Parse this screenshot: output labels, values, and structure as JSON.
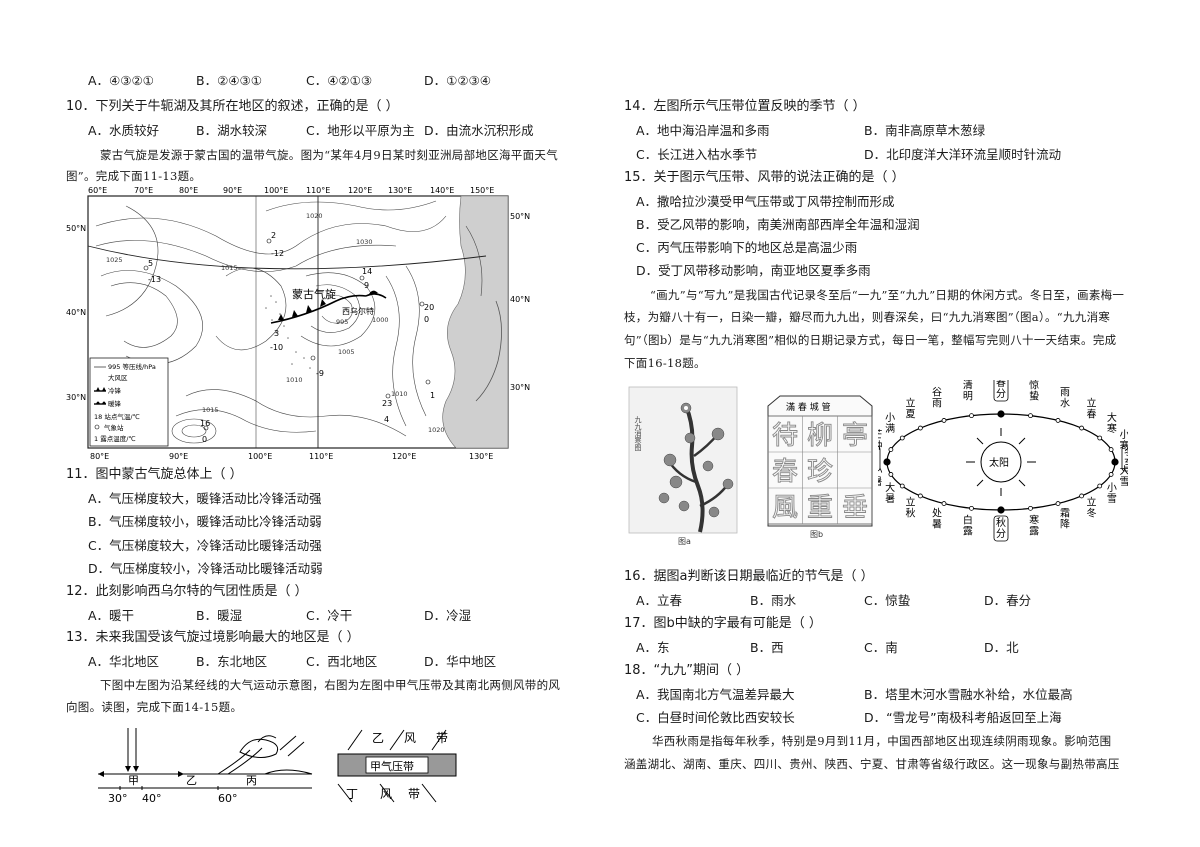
{
  "q9_options": [
    "A．④③②①",
    "B．②④③①",
    "C．④②①③",
    "D．①②③④"
  ],
  "q10": {
    "stem": "10．下列关于牛轭湖及其所在地区的叙述，正确的是（   ）",
    "options": [
      "A．水质较好",
      "B．湖水较深",
      "C．地形以平原为主",
      "D．由流水沉积形成"
    ]
  },
  "intro_mongolia": [
    "蒙古气旋是发源于蒙古国的温带气旋。图为“某年4月9日某时刻亚洲局部地区海平面天气",
    "图”。完成下面11-13题。"
  ],
  "map": {
    "top_lon": [
      "60°E",
      "70°E",
      "80°E",
      "90°E",
      "100°E",
      "110°E",
      "120°E",
      "130°E",
      "140°E",
      "150°E"
    ],
    "bottom_lon": [
      "80°E",
      "90°E",
      "100°E",
      "110°E",
      "120°E",
      "130°E"
    ],
    "left_lat": [
      "50°N",
      "40°N",
      "30°N"
    ],
    "right_lat": [
      "50°N",
      "40°N",
      "30°N"
    ],
    "mongolia_label": "蒙古气旋",
    "xiwuzhumuqin": "西乌尔特",
    "legend": [
      "995 等压线/hPa",
      "大风区",
      "冷锋",
      "暖锋",
      "18 站点气温/℃",
      "气象站",
      "1 露点温度/℃"
    ],
    "isobars": [
      "1015",
      "1010",
      "1005",
      "1000",
      "1020",
      "1025",
      "1030",
      "1010",
      "995",
      "1015",
      "1020"
    ],
    "station_values": [
      "2",
      "-12",
      "5",
      "-13",
      "14",
      "9",
      "20",
      "0",
      "3",
      "-10",
      "-9",
      "23",
      "4",
      "16",
      "0",
      "1"
    ]
  },
  "q11": {
    "stem": "11．图中蒙古气旋总体上（   ）",
    "options": [
      "A．气压梯度较大，暖锋活动比冷锋活动强",
      "B．气压梯度较小，暖锋活动比冷锋活动弱",
      "C．气压梯度较大，冷锋活动比暖锋活动强",
      "D．气压梯度较小，冷锋活动比暖锋活动弱"
    ]
  },
  "q12": {
    "stem": "12．此刻影响西乌尔特的气团性质是（   ）",
    "options": [
      "A．暖干",
      "B．暖湿",
      "C．冷干",
      "D．冷湿"
    ]
  },
  "q13": {
    "stem": "13．未来我国受该气旋过境影响最大的地区是（   ）",
    "options": [
      "A．华北地区",
      "B．东北地区",
      "C．西北地区",
      "D．华中地区"
    ]
  },
  "intro_pressure": [
    "下图中左图为沿某经线的大气运动示意图，右图为左图中甲气压带及其南北两侧风带的风",
    "向图。读图，完成下面14-15题。"
  ],
  "pressure_fig": {
    "labels": [
      "甲",
      "乙",
      "丙"
    ],
    "lats": [
      "30°",
      "40°",
      "60°"
    ],
    "belt_top": [
      "乙",
      "风",
      "带"
    ],
    "belt_mid": "甲气压带",
    "belt_bottom": [
      "丁",
      "风",
      "带"
    ]
  },
  "q14": {
    "stem": "14．左图所示气压带位置反映的季节（   ）",
    "options": [
      "A．地中海沿岸温和多雨",
      "B．南非高原草木葱绿",
      "C．长江进入枯水季节",
      "D．北印度洋大洋环流呈顺时针流动"
    ]
  },
  "q15": {
    "stem": "15．关于图示气压带、风带的说法正确的是（   ）",
    "options": [
      "A．撒哈拉沙漠受甲气压带或丁风带控制而形成",
      "B．受乙风带的影响，南美洲南部西岸全年温和湿润",
      "C．丙气压带影响下的地区总是高温少雨",
      "D．受丁风带移动影响，南亚地区夏季多雨"
    ]
  },
  "intro_jiujiu": [
    "“画九”与“写九”是我国古代记录冬至后“一九”至“九九”日期的休闲方式。冬日至，画素梅一",
    "枝，为瓣八十有一，日染一瓣，瓣尽而九九出，则春深矣，曰“九九消寒图”（图a）。“九九消寒",
    "句”（图b）是与“九九消寒图”相似的日期记录方式，每日一笔，整幅写完则八十一天结束。完成",
    "下面16-18题。"
  ],
  "fig_a": {
    "title": "九九消寒图",
    "caption": "图a"
  },
  "fig_b": {
    "header": "滿 春 城 管",
    "chars": [
      "待",
      "柳",
      "亭",
      "春",
      "珍",
      "",
      "風",
      "重",
      "垂"
    ],
    "caption": "图b"
  },
  "solar": {
    "sun": "太阳",
    "terms": [
      "春分",
      "惊蛰",
      "雨水",
      "立春",
      "大寒",
      "小寒",
      "冬至",
      "大雪",
      "小雪",
      "立冬",
      "霜降",
      "寒露",
      "秋分",
      "白露",
      "处暑",
      "立秋",
      "大暑",
      "小暑",
      "夏至",
      "芒种",
      "小满",
      "立夏",
      "谷雨",
      "清明"
    ]
  },
  "q16": {
    "stem": "16．据图a判断该日期最临近的节气是（   ）",
    "options": [
      "A．立春",
      "B．雨水",
      "C．惊蛰",
      "D．春分"
    ]
  },
  "q17": {
    "stem": "17．图b中缺的字最有可能是（   ）",
    "options": [
      "A．东",
      "B．西",
      "C．南",
      "D．北"
    ]
  },
  "q18": {
    "stem": "18．“九九”期间（   ）",
    "options": [
      "A．我国南北方气温差异最大",
      "B．塔里木河水雪融水补给，水位最高",
      "C．白昼时间伦敦比西安较长",
      "D．“雪龙号”南极科考船返回至上海"
    ]
  },
  "intro_autumn": [
    "华西秋雨是指每年秋季，特别是9月到11月，中国西部地区出现连续阴雨现象。影响范围",
    "涵盖湖北、湖南、重庆、四川、贵州、陕西、宁夏、甘肃等省级行政区。这一现象与副热带高压"
  ]
}
